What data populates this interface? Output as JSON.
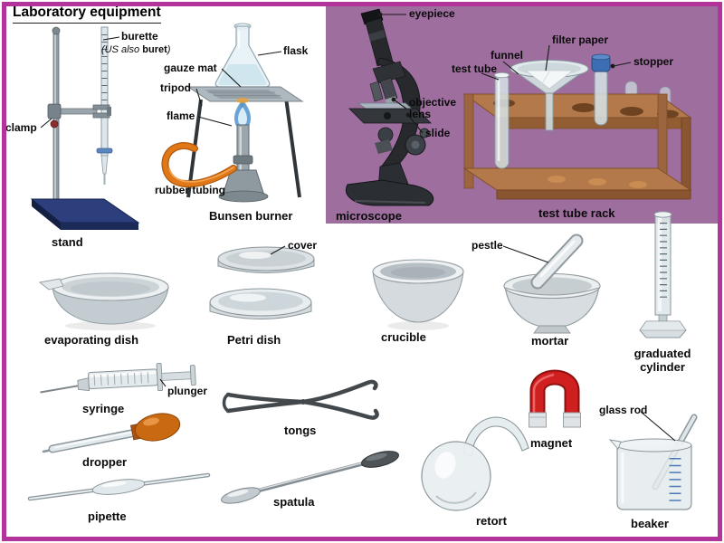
{
  "title": "Laboratory equipment",
  "colors": {
    "frame": "#b23399",
    "backdrop": "#9d6e9e",
    "stand_base_navy": "#2c3f7c",
    "wood_brown": "#b3794a",
    "magnet_red": "#cf1f1f",
    "tubing_orange": "#e07818",
    "dropper_bulb_orange": "#c96a12",
    "graduation_blue": "#3a6fb0",
    "flame_blue": "#5d9bd3"
  },
  "labels": {
    "burette": "burette",
    "burette_alt_pre": "(US also ",
    "burette_alt_word": "buret",
    "burette_alt_post": ")",
    "clamp": "clamp",
    "stand": "stand",
    "flask": "flask",
    "gauze_mat": "gauze mat",
    "tripod": "tripod",
    "flame": "flame",
    "rubber_tubing": "rubber tubing",
    "bunsen_burner": "Bunsen burner",
    "eyepiece": "eyepiece",
    "objective_lens": "objective lens",
    "slide": "slide",
    "microscope": "microscope",
    "test_tube": "test tube",
    "funnel": "funnel",
    "filter_paper": "filter paper",
    "stopper": "stopper",
    "test_tube_rack": "test tube rack",
    "evaporating_dish": "evaporating dish",
    "cover": "cover",
    "petri_dish": "Petri dish",
    "crucible": "crucible",
    "pestle": "pestle",
    "mortar": "mortar",
    "graduated_cylinder": "graduated cylinder",
    "syringe": "syringe",
    "plunger": "plunger",
    "tongs": "tongs",
    "magnet": "magnet",
    "dropper": "dropper",
    "glass_rod": "glass rod",
    "pipette": "pipette",
    "spatula": "spatula",
    "retort": "retort",
    "beaker": "beaker"
  }
}
